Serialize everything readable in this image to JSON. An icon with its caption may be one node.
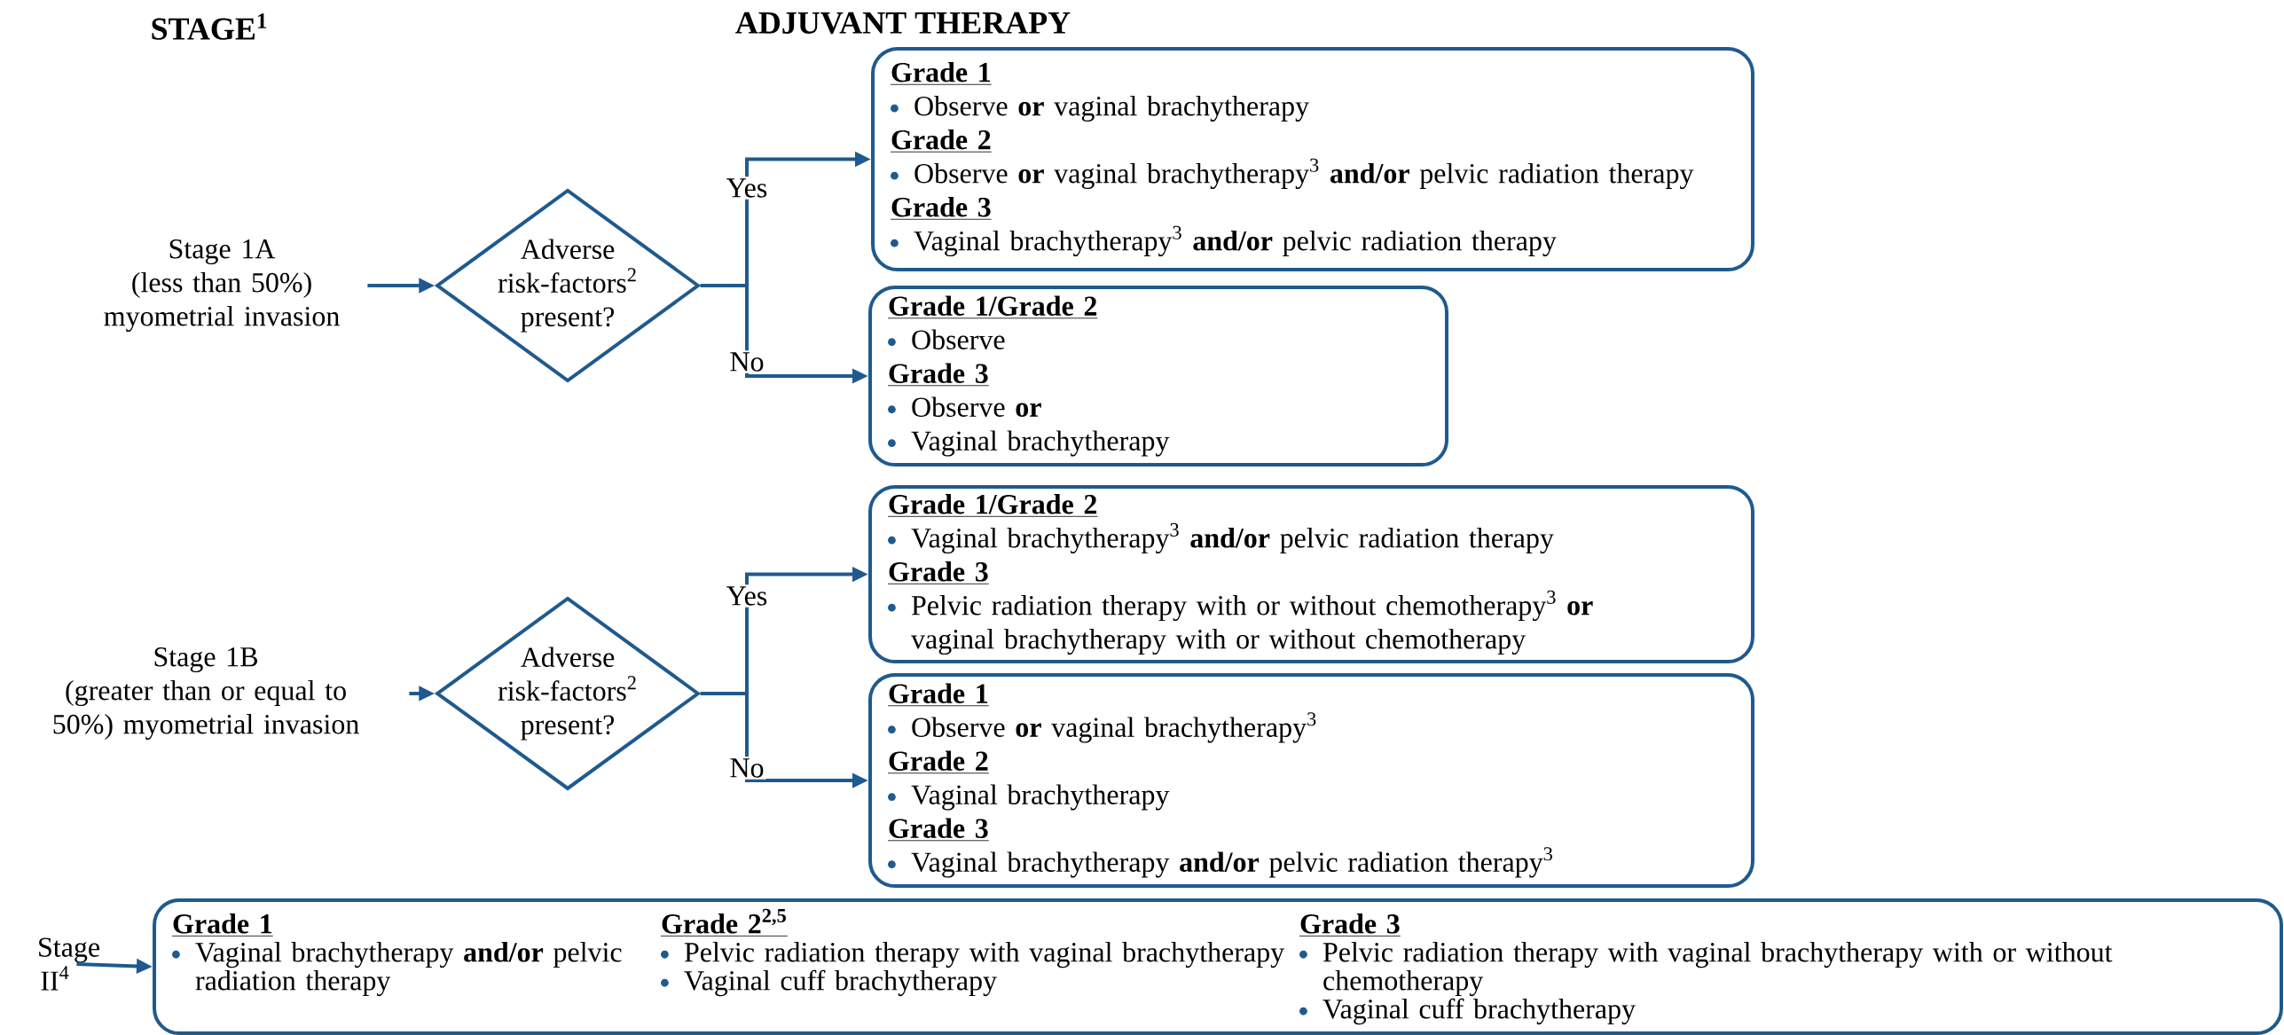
{
  "diagram": {
    "title": "ADJUVANT THERAPY",
    "nodes": [
      {
        "text": [
          "Stage 1A",
          "(less than 50%) myometrial invasion"
        ]
      },
      {
        "text": [
          "Adverse risk-factors$^{2}$ present?"
        ]
      },
      {
        "text": [
          "Grade 1",
          "Observe **or** vaginal brachytherapy",
          "Grade 2",
          "Observe **or** vaginal brachytherapy$^{3}$ **and/or** pelvic radiation therapy",
          "Grade 3",
          "Vaginal brachytherapy$^{3}$ **and/or** pelvic radiation therapy"
        ]
      },
      {
        "text": [
          "Grade 1/Grade 2",
          "Observe",
          "Grade 3",
          "Observe **or**",
          "Vaginal brachytherapy"
        ]
      },
      {
        "text": [
          "Stage 1B",
          "(greater than or equal to 50%) myometrial invasion"
        ]
      },
      {
        "text": [
          "Adverse risk-factors$^{2}$ present?"
        ]
      },
      {
        "text": [
          "Grade 1/Grade 2",
          "Vaginal brachytherapy$^{3}$ **and/or** pelvic radiation therapy",
          "Grade 3",
          "Pelvic radiation therapy with or without chemotherapy$^{3}$ **or** vaginal brachytherapy with or without chemotherapy"
        ]
      },
      {
        "text": [
          "Grade 1",
          "Observe **or** vaginal brachytherapy$^{3}$",
          "Grade 2",
          "Vaginal brachytherapy",
          "Grade 3",
          "Vaginal brachytherapy **and/or** pelvic radiation therapy$^{3}$"
        ]
      },
      {
        "text": [
          "Stage II$^{4}$"
        ]
      },
      {
        "text": [
          "Grade 1",
          "Vaginal brachytherapy **and/or** pelvic radiation therapy",
          "Grade 2$^{2,5}$",
          "Pelvic radiation therapy with vaginal brachytherapy",
          "Vaginal cuff brachytherapy",
          "Grade 3",
          "Pelvic radiation therapy with vaginal brachytherapy with or without chemotherapy",
          "Vaginal cuff brachytherapy"
        ]
      }
    ],
    "edges": [
      {
        "from": 0,
        "to": 1,
        "arrow": "to"
      },
      {
        "from": 1,
        "to": 2,
        "arrow": "to",
        "label": "Yes"
      },
      {
        "from": 1,
        "to": 3,
        "arrow": "to",
        "label": "No"
      },
      {
        "from": 4,
        "to": 5,
        "arrow": "to"
      },
      {
        "from": 5,
        "to": 6,
        "arrow": "to",
        "label": "Yes"
      },
      {
        "from": 5,
        "to": 7,
        "arrow": "to",
        "label": "No"
      },
      {
        "from": 8,
        "to": 9,
        "arrow": "to"
      }
    ],
    "labels": [
      "STAGE$^{1}$"
    ]
  }
}
